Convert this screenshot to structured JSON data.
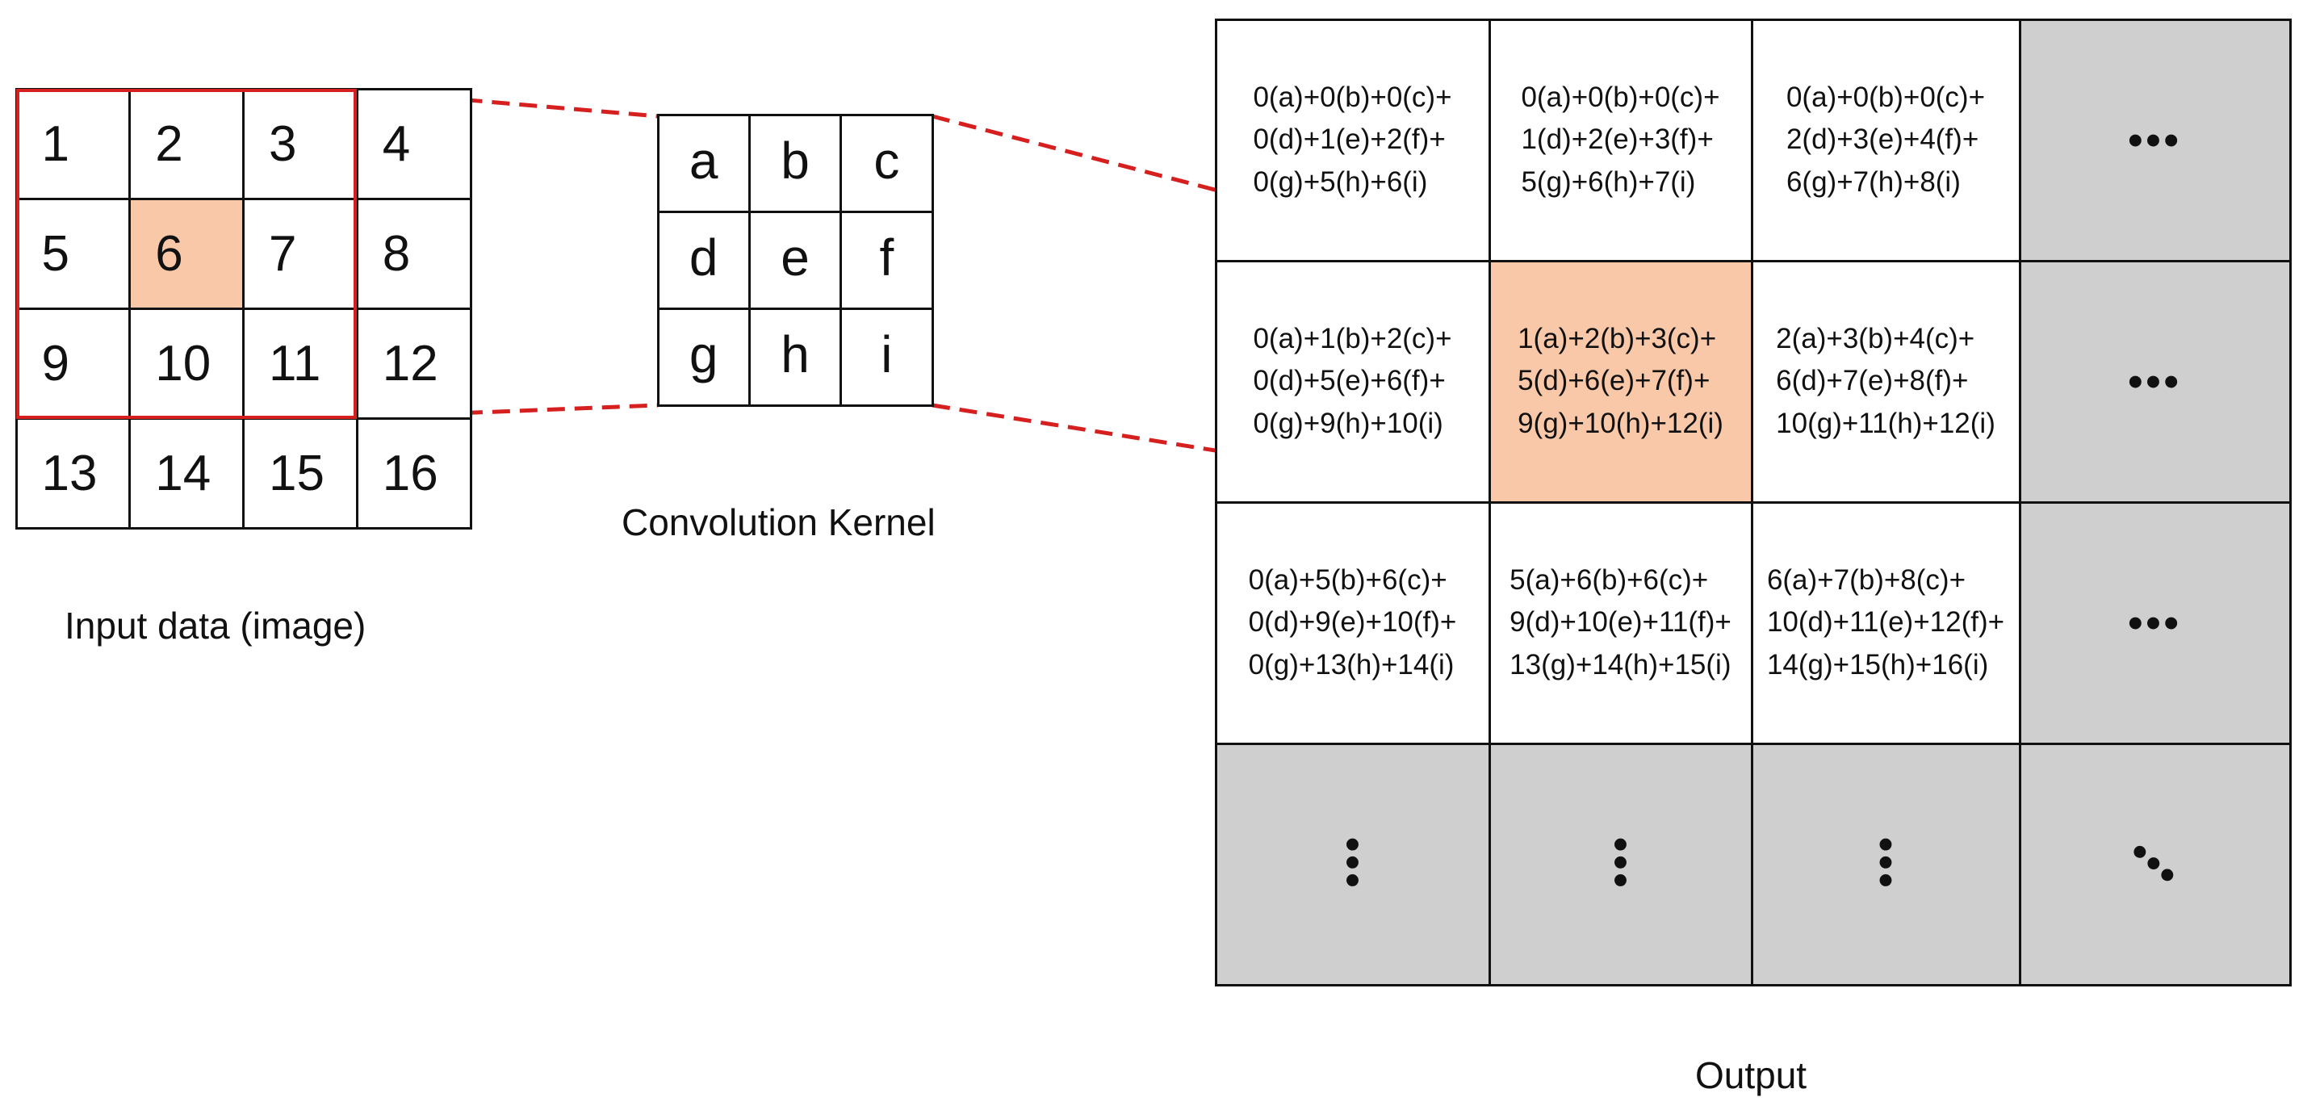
{
  "input": {
    "label": "Input data (image)",
    "cells": [
      "1",
      "2",
      "3",
      "4",
      "5",
      "6",
      "7",
      "8",
      "9",
      "10",
      "11",
      "12",
      "13",
      "14",
      "15",
      "16"
    ],
    "highlight_index": 5
  },
  "kernel": {
    "label": "Convolution Kernel",
    "cells": [
      "a",
      "b",
      "c",
      "d",
      "e",
      "f",
      "g",
      "h",
      "i"
    ]
  },
  "output": {
    "label": "Output",
    "rows": [
      [
        "0(a)+0(b)+0(c)+\n0(d)+1(e)+2(f)+\n0(g)+5(h)+6(i)",
        "0(a)+0(b)+0(c)+\n1(d)+2(e)+3(f)+\n5(g)+6(h)+7(i)",
        "0(a)+0(b)+0(c)+\n2(d)+3(e)+4(f)+\n6(g)+7(h)+8(i)",
        "•••"
      ],
      [
        "0(a)+1(b)+2(c)+\n0(d)+5(e)+6(f)+\n0(g)+9(h)+10(i)",
        "1(a)+2(b)+3(c)+\n5(d)+6(e)+7(f)+\n9(g)+10(h)+12(i)",
        "2(a)+3(b)+4(c)+\n6(d)+7(e)+8(f)+\n10(g)+11(h)+12(i)",
        "•••"
      ],
      [
        "0(a)+5(b)+6(c)+\n0(d)+9(e)+10(f)+\n0(g)+13(h)+14(i)",
        "5(a)+6(b)+6(c)+\n9(d)+10(e)+11(f)+\n13(g)+14(h)+15(i)",
        "6(a)+7(b)+8(c)+\n10(d)+11(e)+12(f)+\n14(g)+15(h)+16(i)",
        "•••"
      ],
      [
        "•••",
        "•••",
        "•••",
        "•••"
      ]
    ],
    "highlight": [
      1,
      1
    ]
  },
  "colors": {
    "highlight": "#f8c8a8",
    "gray": "#d0cfcf",
    "connector": "#d62020"
  }
}
